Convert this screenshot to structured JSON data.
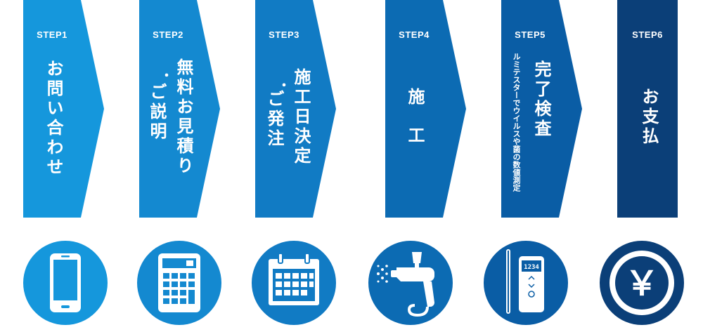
{
  "colors": {
    "step1": "#1597dc",
    "step2": "#1489d0",
    "step3": "#117bc4",
    "step4": "#0c6bb3",
    "step5": "#0a5da5",
    "step6": "#0b3f78"
  },
  "steps": [
    {
      "label": "STEP1",
      "lines": [
        "お問い合わせ"
      ],
      "icon": "smartphone-icon"
    },
    {
      "label": "STEP2",
      "lines": [
        "無料お見積り",
        "・",
        "ご説明"
      ],
      "icon": "calculator-icon"
    },
    {
      "label": "STEP3",
      "lines": [
        "施工日決定",
        "・",
        "ご発注"
      ],
      "icon": "calendar-icon"
    },
    {
      "label": "STEP4",
      "lines": [
        "施",
        "工"
      ],
      "icon": "spray-gun-icon"
    },
    {
      "label": "STEP5",
      "lines": [
        "完了検査",
        "ルミテスターでウイルスや菌の数値測定"
      ],
      "icon": "luminometer-icon",
      "display": "1234"
    },
    {
      "label": "STEP6",
      "lines": [
        "お支払"
      ],
      "icon": "yen-icon",
      "symbol": "￥"
    }
  ]
}
